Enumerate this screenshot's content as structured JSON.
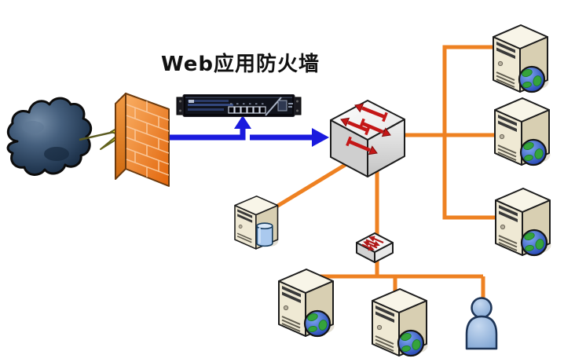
{
  "title": {
    "text": "Web应用防火墙"
  },
  "colors": {
    "background": "#ffffff",
    "link_blue": "#1a1ade",
    "link_orange": "#ee8122",
    "firewall_orange": "#ef7f1f",
    "lightning_yellow": "#f2ee3c",
    "cloud_navy": "#23374e",
    "switch_arrow_red": "#c41717",
    "server_beige": "#efe9d4",
    "globe_blue": "#1c3cae",
    "globe_green": "#35a33b",
    "person_blue": "#8fb4e0"
  },
  "nodes": [
    {
      "id": "internet-cloud",
      "type": "cloud"
    },
    {
      "id": "firewall",
      "type": "brick-wall"
    },
    {
      "id": "waf-appliance",
      "type": "rack-appliance",
      "label": "Web应用防火墙"
    },
    {
      "id": "core-switch",
      "type": "switch"
    },
    {
      "id": "web-server-1",
      "type": "server-globe"
    },
    {
      "id": "web-server-2",
      "type": "server-globe"
    },
    {
      "id": "web-server-3",
      "type": "server-globe"
    },
    {
      "id": "database-server",
      "type": "server-database"
    },
    {
      "id": "access-switch",
      "type": "small-switch"
    },
    {
      "id": "web-server-4",
      "type": "server-globe"
    },
    {
      "id": "web-server-5",
      "type": "server-globe"
    },
    {
      "id": "user",
      "type": "person"
    }
  ],
  "edges": [
    {
      "from": "internet-cloud",
      "to": "firewall",
      "style": "lightning"
    },
    {
      "from": "firewall",
      "to": "waf-appliance",
      "style": "blue-arrow"
    },
    {
      "from": "waf-appliance",
      "to": "core-switch",
      "style": "blue-arrow"
    },
    {
      "from": "core-switch",
      "to": "web-server-1",
      "style": "orange"
    },
    {
      "from": "core-switch",
      "to": "web-server-2",
      "style": "orange"
    },
    {
      "from": "core-switch",
      "to": "web-server-3",
      "style": "orange"
    },
    {
      "from": "core-switch",
      "to": "database-server",
      "style": "orange"
    },
    {
      "from": "core-switch",
      "to": "access-switch",
      "style": "orange"
    },
    {
      "from": "access-switch",
      "to": "web-server-4",
      "style": "orange"
    },
    {
      "from": "access-switch",
      "to": "web-server-5",
      "style": "orange"
    },
    {
      "from": "access-switch",
      "to": "user",
      "style": "orange"
    }
  ]
}
